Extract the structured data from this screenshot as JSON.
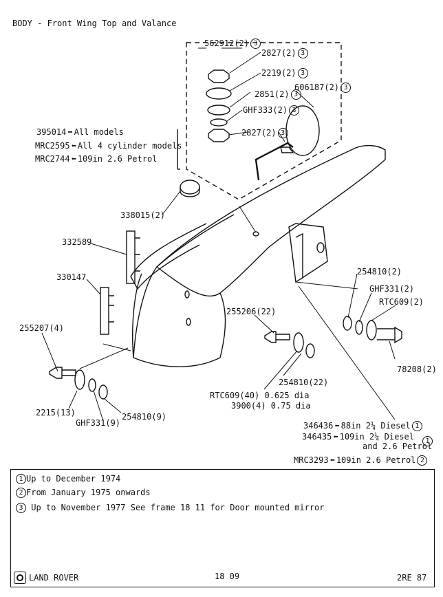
{
  "title": "BODY - Front Wing Top and Valance",
  "callouts": {
    "c562912": "562912(2)",
    "c2827a": "2827(2)",
    "c2219": "2219(2)",
    "c2851": "2851(2)",
    "c606187": "606187(2)",
    "cGHF333": "GHF333(2)",
    "c2827b": "2827(2)",
    "c395014": "395014",
    "c395014_desc": "All models",
    "cMRC2595": "MRC2595",
    "cMRC2595_desc": "All 4 cylinder models",
    "cMRC2744": "MRC2744",
    "cMRC2744_desc": "109in 2.6 Petrol",
    "c338015": "338015(2)",
    "c332589": "332589",
    "c330147": "330147",
    "c254810a": "254810(2)",
    "cGHF331a": "GHF331(2)",
    "cRTC609a": "RTC609(2)",
    "c78208": "78208(2)",
    "c255206": "255206(22)",
    "c255207": "255207(4)",
    "c254810b": "254810(22)",
    "cRTC609b": "RTC609(40) 0.625 dia",
    "c3900": "3900(4) 0.75 dia",
    "c2215": "2215(13)",
    "cGHF331b": "GHF331(9)",
    "c254810c": "254810(9)",
    "c346436": "346436",
    "c346436_desc": "88in 2¼ Diesel",
    "c346435": "346435",
    "c346435_desc1": "109in 2¼ Diesel",
    "c346435_desc2": "and 2.6 Petrol",
    "cMRC3293": "MRC3293",
    "cMRC3293_desc": "109in 2.6 Petrol"
  },
  "circled": {
    "one": "1",
    "two": "2",
    "three": "3"
  },
  "arrows": {
    "right": "➡",
    "left": "⬅"
  },
  "notes": {
    "n1": "Up to December 1974",
    "n2": "From January 1975 onwards",
    "n3": "Up to November 1977  See frame 18 11 for Door mounted mirror"
  },
  "footer": {
    "brand": "LAND ROVER",
    "frame": "18 09",
    "page": "2RE 87"
  }
}
